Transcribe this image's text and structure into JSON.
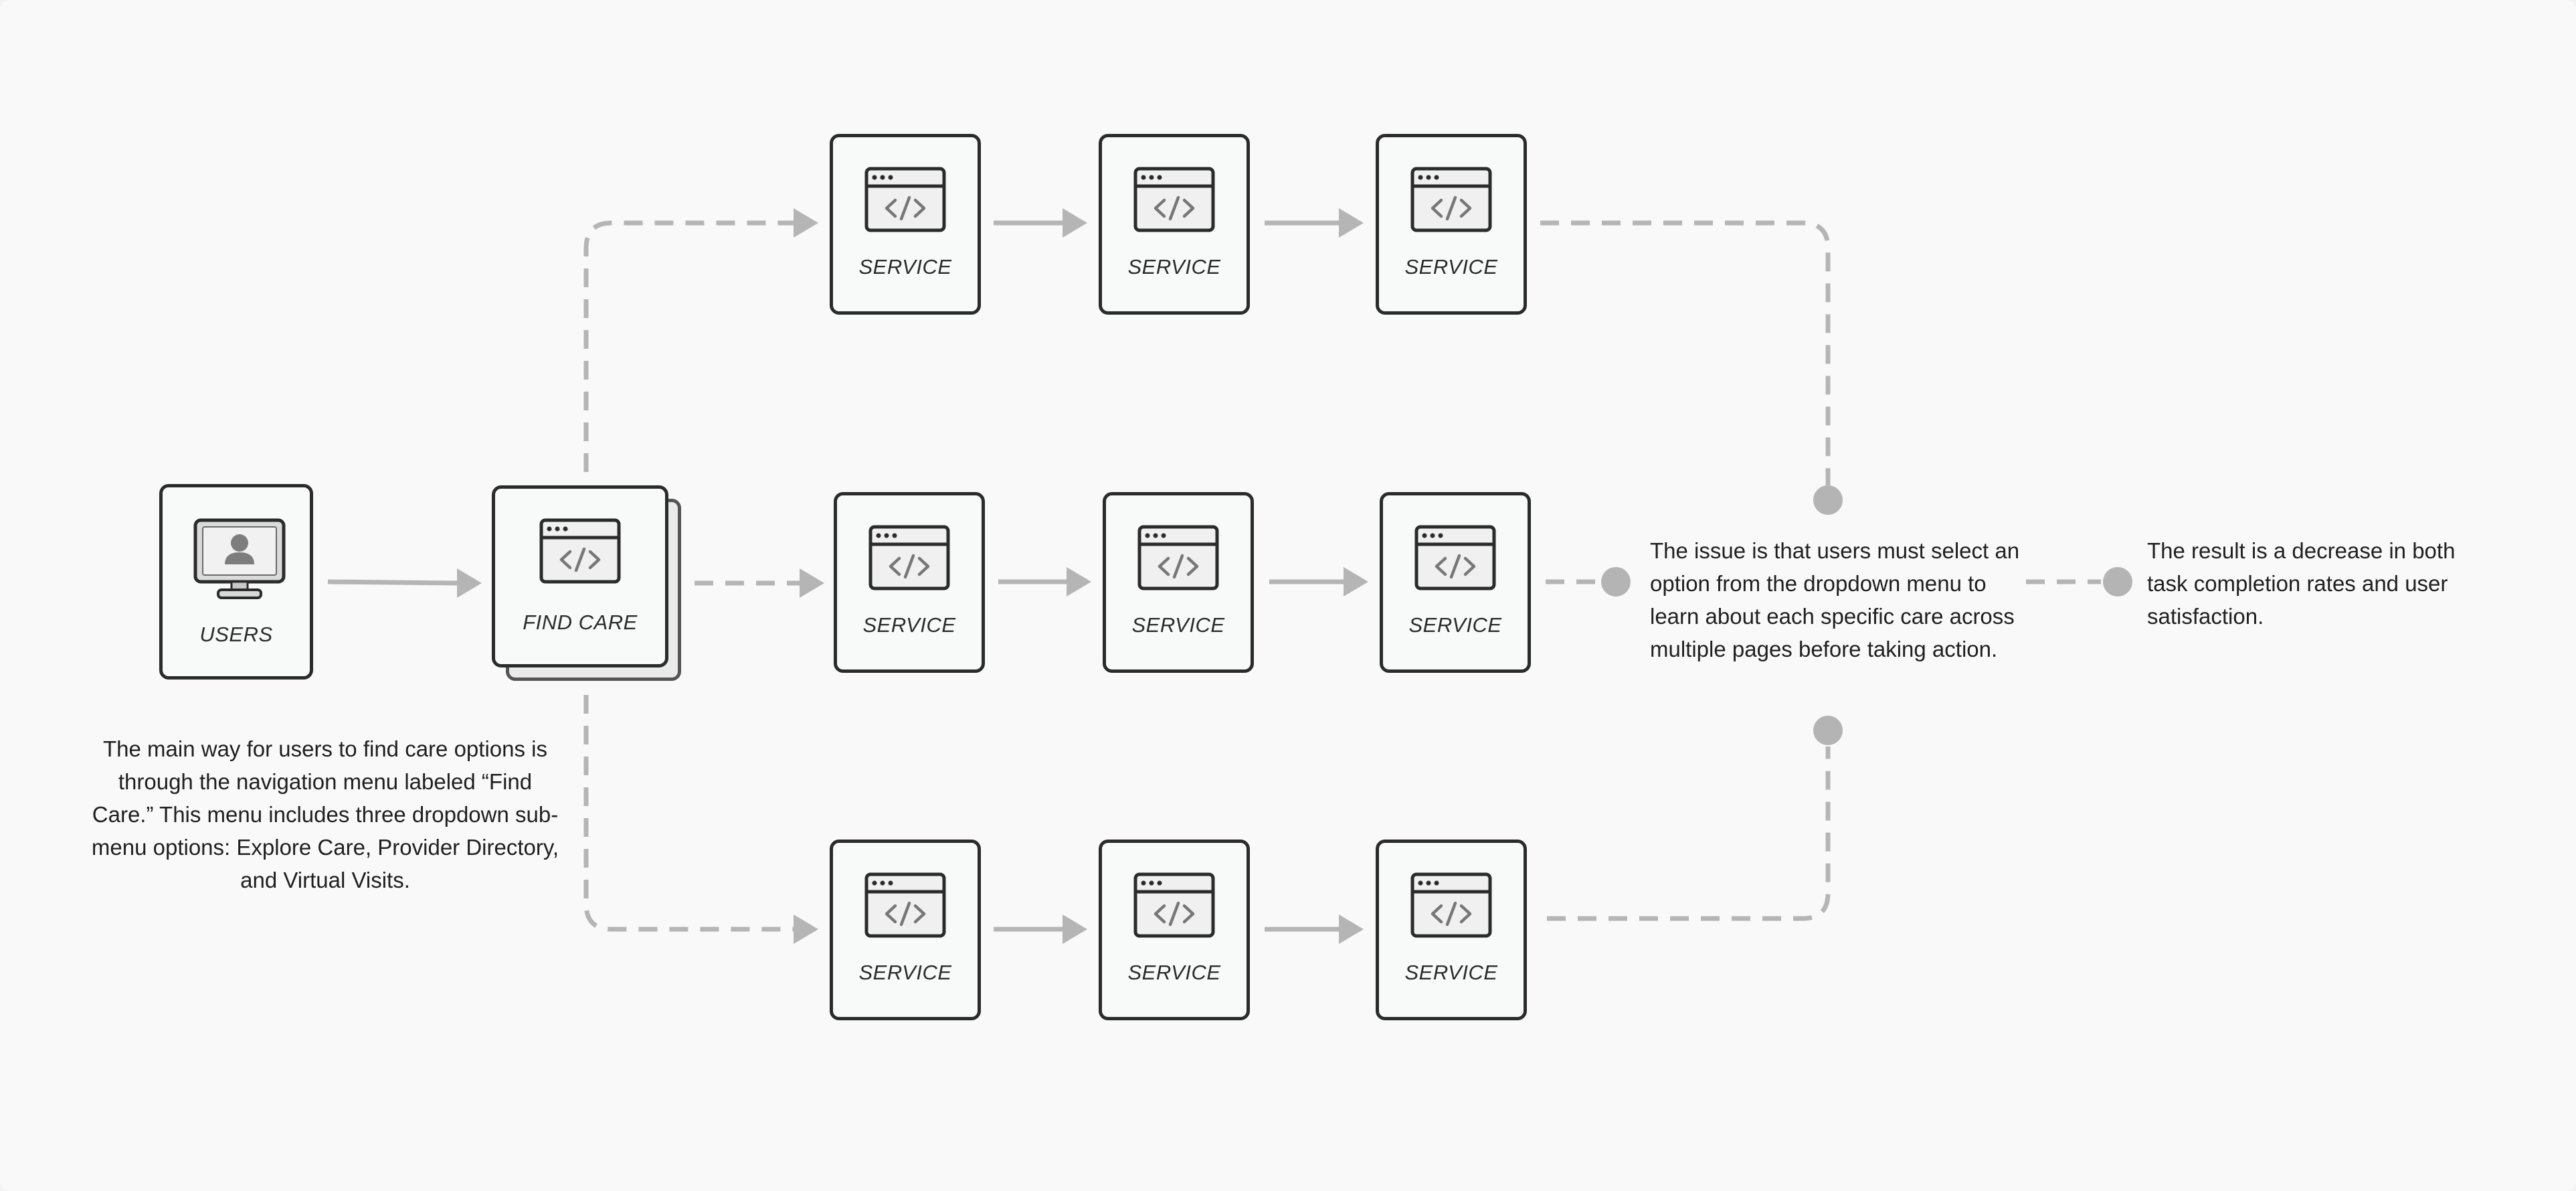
{
  "nodes": {
    "users": {
      "label": "USERS"
    },
    "find_care": {
      "label": "FIND CARE"
    },
    "service_label": "SERVICE"
  },
  "notes": {
    "main_way": "The main way for users to find care options is through the navigation menu labeled “Find Care.” This menu includes three dropdown sub-menu options: Explore Care, Provider Directory, and Virtual Visits.",
    "issue": "The issue is that users must select an option from the dropdown menu to learn about each specific care across multiple pages before taking action.",
    "result": "The result is a decrease in both task completion rates and user satisfaction."
  },
  "colors": {
    "connector": "#b5b5b5",
    "card_border": "#2b2b2b",
    "card_fill": "#f8faf9",
    "canvas": "#f8f9f8"
  }
}
